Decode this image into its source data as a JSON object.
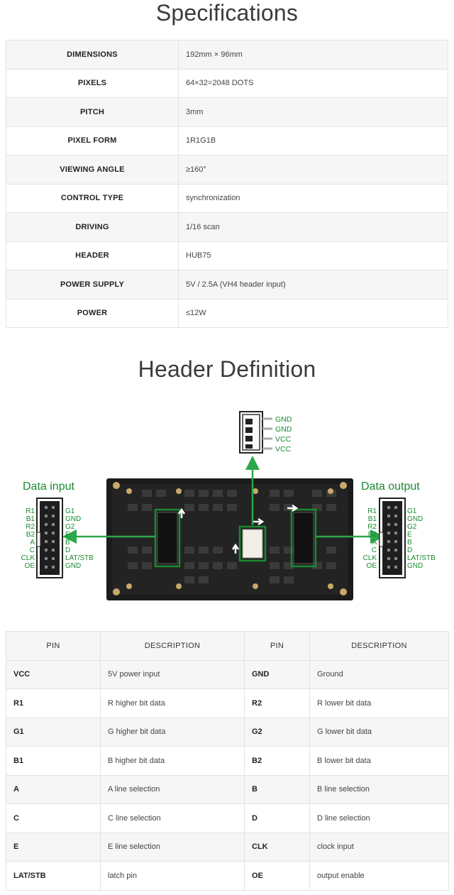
{
  "specifications": {
    "title": "Specifications",
    "rows": [
      {
        "label": "DIMENSIONS",
        "value": "192mm × 96mm"
      },
      {
        "label": "PIXELS",
        "value": "64×32=2048 DOTS"
      },
      {
        "label": "PITCH",
        "value": "3mm"
      },
      {
        "label": "PIXEL FORM",
        "value": "1R1G1B"
      },
      {
        "label": "VIEWING ANGLE",
        "value": "≥160°"
      },
      {
        "label": "CONTROL TYPE",
        "value": "synchronization"
      },
      {
        "label": "DRIVING",
        "value": "1/16 scan"
      },
      {
        "label": "HEADER",
        "value": "HUB75"
      },
      {
        "label": "POWER SUPPLY",
        "value": "5V / 2.5A (VH4 header input)"
      },
      {
        "label": "POWER",
        "value": "≤12W"
      }
    ]
  },
  "header_definition": {
    "title": "Header Definition",
    "data_input_label": "Data input",
    "data_output_label": "Data output",
    "power_pins": [
      "GND",
      "GND",
      "VCC",
      "VCC"
    ],
    "left_pins": [
      "R1",
      "B1",
      "R2",
      "B2",
      "A",
      "C",
      "CLK",
      "OE"
    ],
    "right_pins": [
      "G1",
      "GND",
      "G2",
      "E",
      "B",
      "D",
      "LAT/STB",
      "GND"
    ],
    "accent_color": "#1a8a2e",
    "arrow_color": "#2aa84a"
  },
  "pin_table": {
    "headers": [
      "PIN",
      "DESCRIPTION",
      "PIN",
      "DESCRIPTION"
    ],
    "rows": [
      [
        "VCC",
        "5V power input",
        "GND",
        "Ground"
      ],
      [
        "R1",
        "R higher bit data",
        "R2",
        "R lower bit data"
      ],
      [
        "G1",
        "G higher bit data",
        "G2",
        "G lower bit data"
      ],
      [
        "B1",
        "B higher bit data",
        "B2",
        "B lower bit data"
      ],
      [
        "A",
        "A line selection",
        "B",
        "B line selection"
      ],
      [
        "C",
        "C line selection",
        "D",
        "D line selection"
      ],
      [
        "E",
        "E line selection",
        "CLK",
        "clock input"
      ],
      [
        "LAT/STB",
        "latch pin",
        "OE",
        "output enable"
      ]
    ]
  }
}
